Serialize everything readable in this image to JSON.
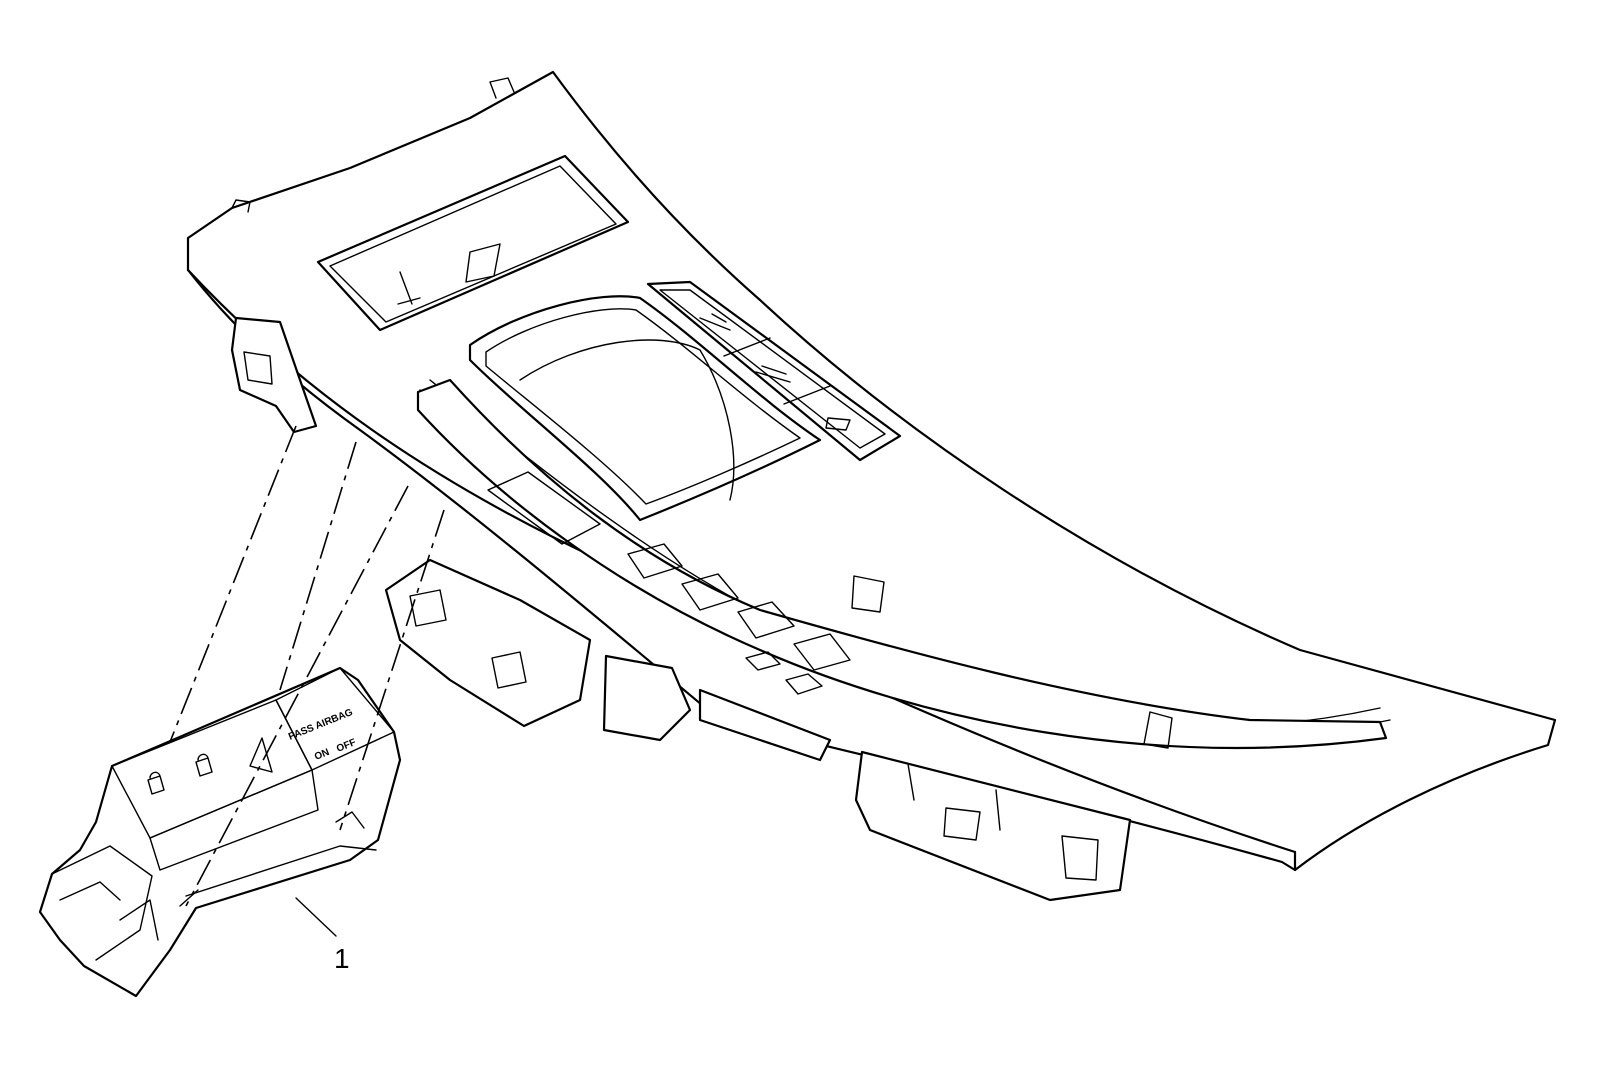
{
  "callouts": [
    {
      "id": "1",
      "label": "1"
    }
  ],
  "switch_text": {
    "top_label": "PASS AIRBAG",
    "left_status": "ON",
    "right_status": "OFF"
  }
}
